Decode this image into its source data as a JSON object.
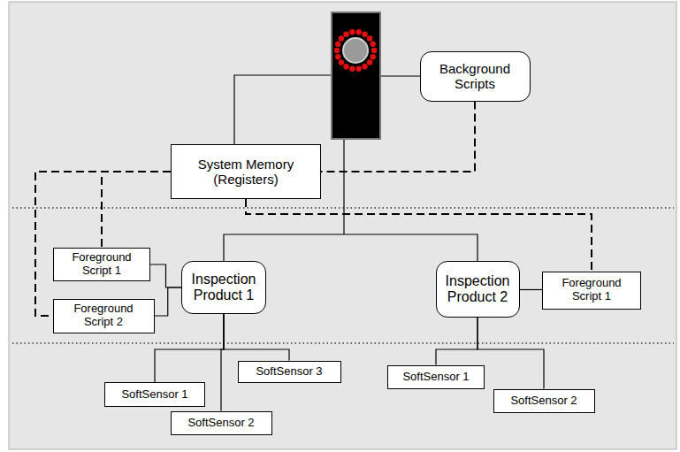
{
  "diagram": {
    "nodes": [
      {
        "text": [
          "Background Scripts"
        ]
      },
      {
        "text": [
          "System Memory (Registers)"
        ]
      },
      {
        "text": [
          "Foreground Script 1"
        ]
      },
      {
        "text": [
          "Inspection Product 1"
        ]
      },
      {
        "text": [
          "Foreground Script 2"
        ]
      },
      {
        "text": [
          "Inspection Product 2"
        ]
      },
      {
        "text": [
          "Foreground Script 1"
        ]
      },
      {
        "text": [
          "SoftSensor 1"
        ]
      },
      {
        "text": [
          "SoftSensor 3"
        ]
      },
      {
        "text": [
          "SoftSensor 2"
        ]
      },
      {
        "text": [
          "SoftSensor 1"
        ]
      },
      {
        "text": [
          "SoftSensor 2"
        ]
      }
    ],
    "edges": [
      {
        "from": 3,
        "to": 2,
        "arrow": "none"
      },
      {
        "from": 3,
        "to": 4,
        "arrow": "none"
      },
      {
        "from": 5,
        "to": 6,
        "arrow": "none"
      },
      {
        "from": 3,
        "to": 7,
        "arrow": "none"
      },
      {
        "from": 3,
        "to": 8,
        "arrow": "none"
      },
      {
        "from": 3,
        "to": 9,
        "arrow": "none"
      },
      {
        "from": 5,
        "to": 10,
        "arrow": "none"
      },
      {
        "from": 5,
        "to": 11,
        "arrow": "none"
      },
      {
        "from": 0,
        "to": 1,
        "arrow": "none"
      },
      {
        "from": 1,
        "to": 2,
        "arrow": "none"
      },
      {
        "from": 1,
        "to": 4,
        "arrow": "none"
      },
      {
        "from": 1,
        "to": 6,
        "arrow": "none"
      }
    ]
  }
}
